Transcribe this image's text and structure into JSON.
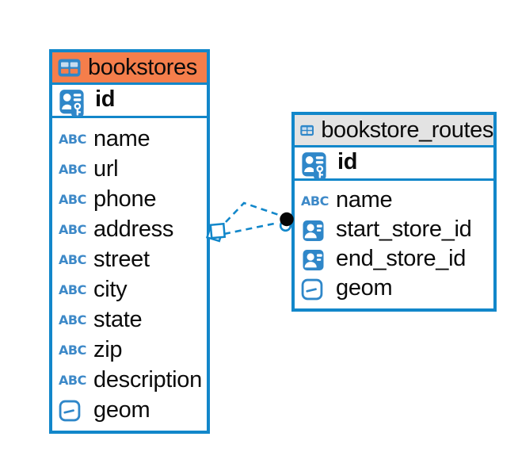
{
  "colors": {
    "accent_blue": "#1287CA",
    "icon_blue": "#2F87C9",
    "abc_blue": "#3D89C8",
    "orange_header": "#F57E4B",
    "gray_header": "#E3E3E3",
    "text_color": "#0B0B0B"
  },
  "icons": {
    "abc_label": "ABC"
  },
  "tables": [
    {
      "name": "bookstores",
      "header_color": "#F57E4B",
      "columns": [
        {
          "name": "id",
          "type": "primary-key"
        },
        {
          "name": "name",
          "type": "text"
        },
        {
          "name": "url",
          "type": "text"
        },
        {
          "name": "phone",
          "type": "text"
        },
        {
          "name": "address",
          "type": "text"
        },
        {
          "name": "street",
          "type": "text"
        },
        {
          "name": "city",
          "type": "text"
        },
        {
          "name": "state",
          "type": "text"
        },
        {
          "name": "zip",
          "type": "text"
        },
        {
          "name": "description",
          "type": "text"
        },
        {
          "name": "geom",
          "type": "geometry"
        }
      ]
    },
    {
      "name": "bookstore_routes",
      "header_color": "#E3E3E3",
      "columns": [
        {
          "name": "id",
          "type": "primary-key"
        },
        {
          "name": "name",
          "type": "text"
        },
        {
          "name": "start_store_id",
          "type": "foreign-key"
        },
        {
          "name": "end_store_id",
          "type": "foreign-key"
        },
        {
          "name": "geom",
          "type": "geometry"
        }
      ]
    }
  ],
  "relationships": [
    {
      "from_table": "bookstores",
      "to_table": "bookstore_routes",
      "line_style": "dashed"
    },
    {
      "from_table": "bookstores",
      "to_table": "bookstore_routes",
      "line_style": "dashed"
    }
  ]
}
